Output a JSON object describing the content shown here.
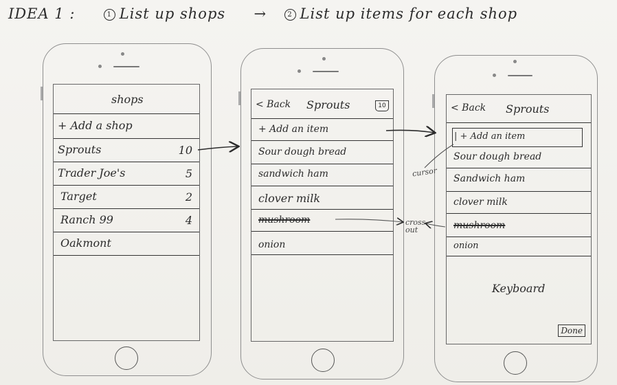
{
  "title": {
    "idea": "IDEA 1 :",
    "step1_num": "1",
    "step1": "List up shops",
    "arrow": "→",
    "step2_num": "2",
    "step2": "List up items for each shop"
  },
  "screen1": {
    "header": "shops",
    "add": "+ Add a shop",
    "shops": [
      {
        "name": "Sprouts",
        "count": "10"
      },
      {
        "name": "Trader Joe's",
        "count": "5"
      },
      {
        "name": "Target",
        "count": "2"
      },
      {
        "name": "Ranch 99",
        "count": "4"
      },
      {
        "name": "Oakmont",
        "count": ""
      }
    ]
  },
  "screen2": {
    "back": "< Back",
    "title": "Sprouts",
    "basket_count": "10",
    "add": "+ Add an item",
    "items": [
      {
        "name": "Sour dough bread"
      },
      {
        "name": "sandwich ham"
      },
      {
        "name": "clover milk"
      },
      {
        "name": "mushroom",
        "crossed": true
      },
      {
        "name": "onion"
      }
    ]
  },
  "screen3": {
    "back": "< Back",
    "title": "Sprouts",
    "add": "| + Add an item",
    "items": [
      {
        "name": "Sour dough bread"
      },
      {
        "name": "Sandwich ham"
      },
      {
        "name": "clover milk"
      },
      {
        "name": "mushroom",
        "crossed": true
      },
      {
        "name": "onion"
      }
    ],
    "keyboard": "Keyboard",
    "done": "Done"
  },
  "annotations": {
    "cursor": "cursor",
    "cross_out": "cross\nout"
  },
  "colors": {
    "ink": "#2b2b2b",
    "paper": "#f3f2ee",
    "phone_outline": "#8e8e8e"
  }
}
